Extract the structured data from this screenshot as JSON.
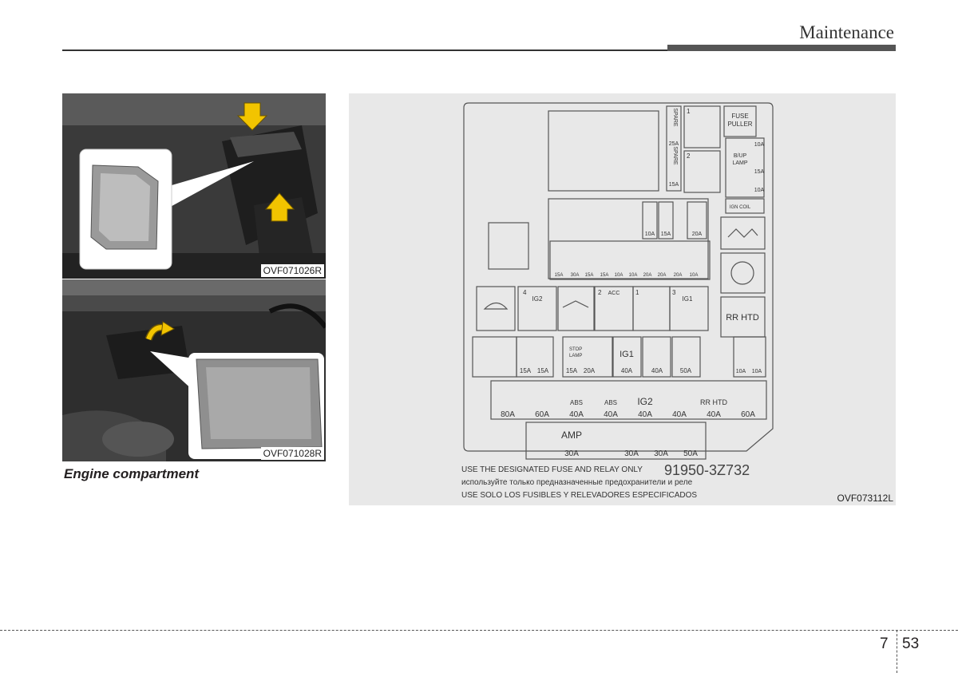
{
  "header": {
    "title": "Maintenance"
  },
  "photos": [
    {
      "label": "OVF071026R"
    },
    {
      "label": "OVF071028R"
    }
  ],
  "caption": "Engine compartment",
  "fuse_panel": {
    "code": "OVF073112L",
    "part_number": "91950-3Z732",
    "notice_lines": [
      "USE THE DESIGNATED FUSE AND RELAY ONLY",
      "используйте только предназначенные предохранители и реле",
      "USE SOLO LOS FUSIBLES Y RELEVADORES ESPECIFICADOS"
    ],
    "labels": {
      "fuse_puller": [
        "FUSE",
        "PULLER"
      ],
      "spare": "SPARE",
      "b_up_lamp": [
        "B/UP",
        "LAMP"
      ],
      "ign_coil": "IGN COIL",
      "rr_htd": "RR HTD",
      "ig1": "IG1",
      "ig2": "IG2",
      "amp": "AMP",
      "abs": "ABS",
      "relay_ig2": "IG2",
      "relay_acc": "ACC",
      "relay_ig1": "IG1",
      "stop_lamp": [
        "STOP",
        "LAMP"
      ]
    },
    "ratings": {
      "spare_top": [
        "25A",
        "15A"
      ],
      "side": [
        "10A",
        "15A",
        "10A"
      ],
      "spare_mid": [
        "10A",
        "15A",
        "20A"
      ],
      "row_mid": [
        "15A",
        "30A",
        "15A",
        "15A",
        "10A",
        "10A",
        "20A",
        "20A",
        "20A",
        "10A"
      ],
      "row_b": [
        "15A",
        "15A",
        "15A",
        "20A",
        "40A",
        "40A",
        "50A",
        "10A",
        "10A"
      ],
      "row_c": [
        "80A",
        "60A",
        "40A",
        "40A",
        "40A",
        "40A",
        "40A",
        "60A"
      ],
      "row_d": [
        "30A",
        "30A",
        "30A",
        "50A"
      ]
    },
    "numbers": [
      "1",
      "2",
      "3",
      "4"
    ]
  },
  "footer": {
    "section": "7",
    "page": "53"
  }
}
